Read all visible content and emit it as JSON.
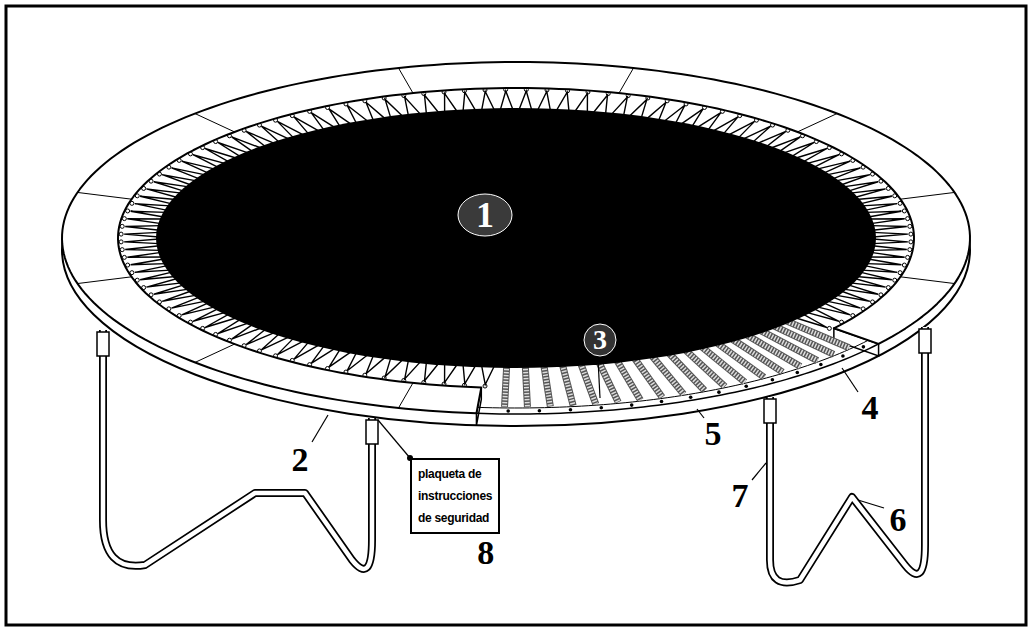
{
  "diagram": {
    "nodes": [
      {
        "text": [
          "1"
        ]
      },
      {
        "text": [
          "3"
        ]
      },
      {
        "text": [
          "plaqueta de instrucciones de seguridad"
        ]
      }
    ],
    "labels": [
      "2",
      "4",
      "5",
      "6",
      "7",
      "8"
    ]
  }
}
